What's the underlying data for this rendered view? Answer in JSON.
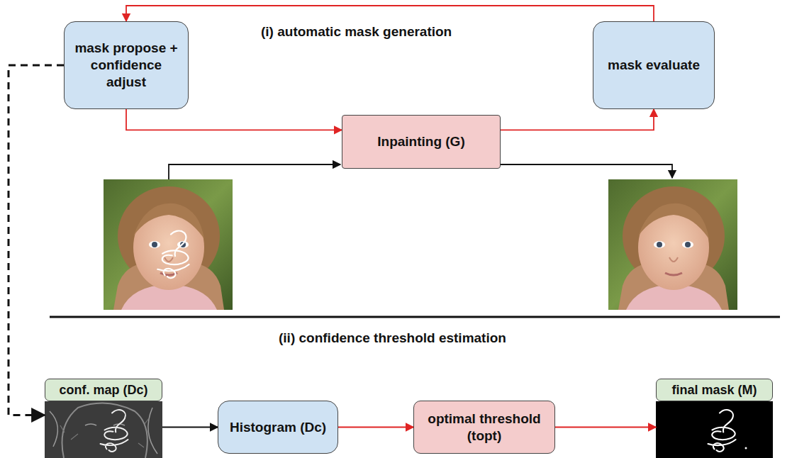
{
  "diagram": {
    "nodes": [
      {
        "text": [
          "mask propose + confidence adjust"
        ]
      },
      {
        "text": [
          "mask evaluate"
        ]
      },
      {
        "text": [
          "Inpainting (G)"
        ]
      },
      {
        "text": [
          "conf. map (Dc)"
        ]
      },
      {
        "text": [
          "Histogram (Dc)"
        ]
      },
      {
        "text": [
          "optimal threshold (topt)"
        ]
      },
      {
        "text": [
          "final mask (M)"
        ]
      }
    ],
    "edges": [
      {
        "from": 1,
        "to": 0,
        "arrow": "to"
      },
      {
        "from": 0,
        "to": 2,
        "arrow": "to"
      },
      {
        "from": 2,
        "to": 1,
        "arrow": "to"
      },
      {
        "from": 0,
        "to": 3,
        "arrow": "to"
      },
      {
        "from": 3,
        "to": 4,
        "arrow": "to"
      },
      {
        "from": 4,
        "to": 5,
        "arrow": "to"
      },
      {
        "from": 5,
        "to": 6,
        "arrow": "to"
      }
    ],
    "labels": [
      "(i) automatic mask generation",
      "(ii) confidence threshold estimation"
    ]
  }
}
